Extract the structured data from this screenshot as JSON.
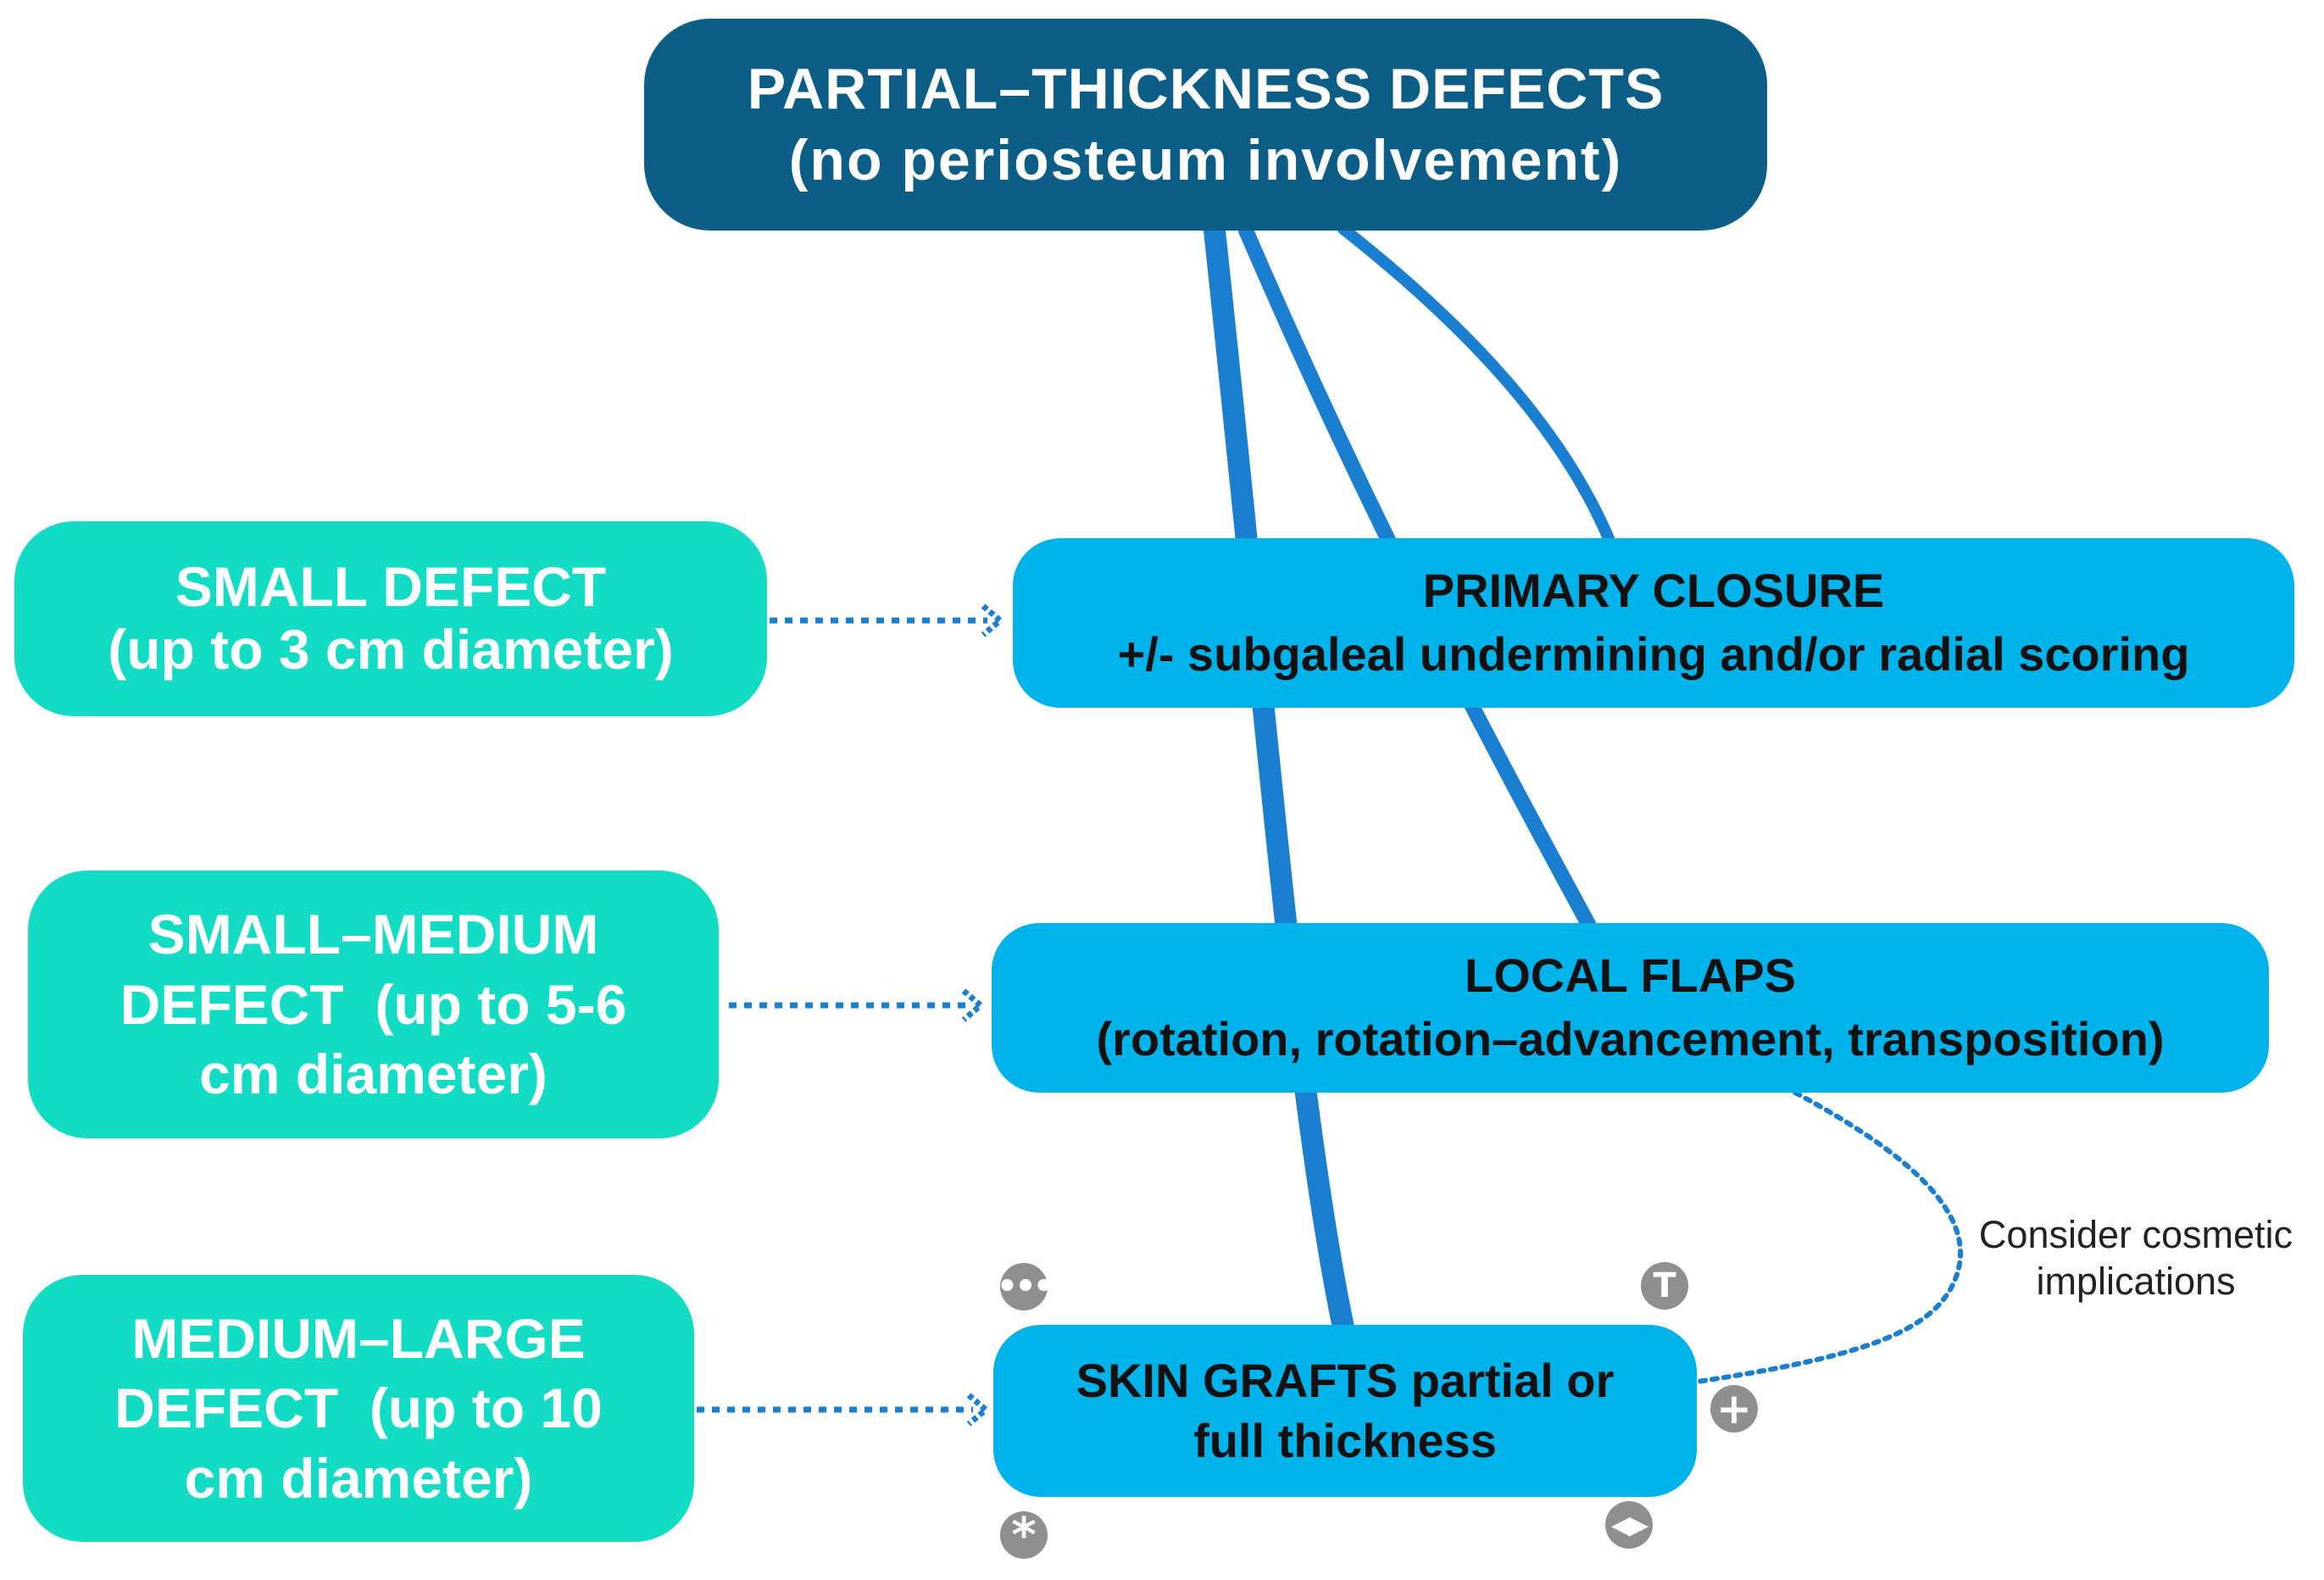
{
  "diagram": {
    "root": {
      "line1": "PARTIAL–THICKNESS DEFECTS",
      "line2": "(no periosteum involvement)"
    },
    "defects": [
      {
        "line1": "SMALL DEFECT",
        "line2": "(up to 3 cm diameter)"
      },
      {
        "line1": "SMALL–MEDIUM",
        "line2": "DEFECT  (up to 5-6",
        "line3": "cm diameter)"
      },
      {
        "line1": "MEDIUM–LARGE",
        "line2": "DEFECT  (up to 10",
        "line3": "cm diameter)"
      }
    ],
    "options": [
      {
        "line1": "PRIMARY CLOSURE",
        "line2": "+/- subgaleal undermining and/or radial scoring"
      },
      {
        "line1": "LOCAL FLAPS",
        "line2": "(rotation, rotation–advancement, transposition)"
      },
      {
        "line1_bold": "SKIN GRAFTS",
        "line1_rest": " partial or",
        "line2": "full thickness"
      }
    ],
    "note": {
      "line1": "Consider cosmetic",
      "line2": "implications"
    },
    "handles": {
      "more": "•••",
      "topic": "T",
      "add": "+",
      "star": "*",
      "resize": "◀▶"
    }
  },
  "colors": {
    "root_fill": "#0c5e86",
    "defect_fill": "#13dcc4",
    "option_fill": "#00b3eb",
    "connector": "#1a7fd0",
    "dotted_arrow": "#1a7fd0",
    "handle": "#8f8f8f"
  }
}
